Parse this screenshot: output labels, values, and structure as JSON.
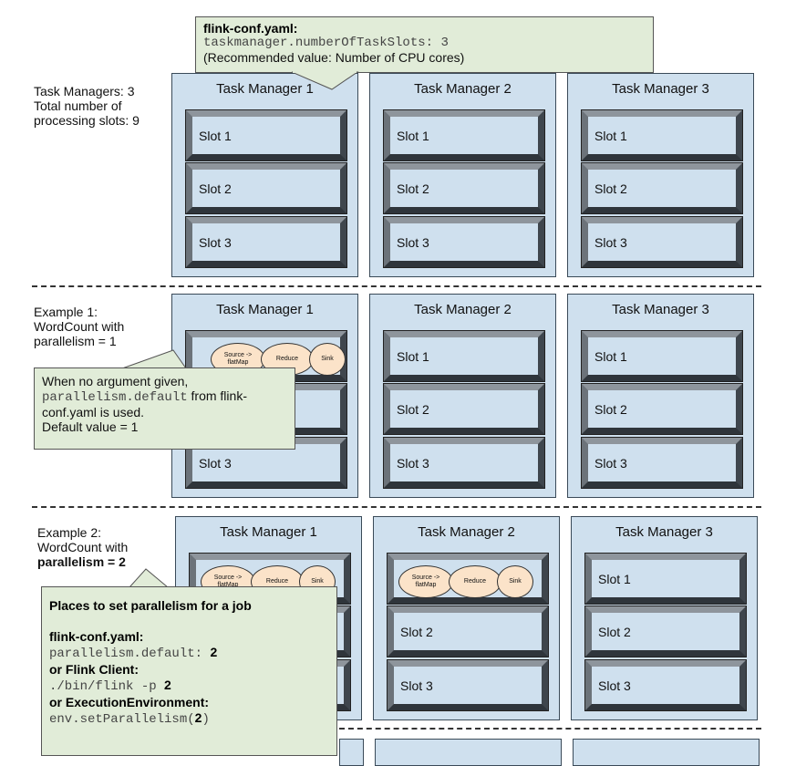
{
  "top_note": {
    "title": "flink-conf.yaml:",
    "code": "taskmanager.numberOfTaskSlots: 3",
    "sub": "(Recommended value: Number of CPU cores)"
  },
  "section1": {
    "line1": "Task Managers: 3",
    "line2": "Total number of",
    "line3": "processing slots: 9"
  },
  "section2": {
    "line1": "Example 1:",
    "line2": "WordCount with",
    "line3": "parallelism = 1"
  },
  "section3": {
    "line1": "Example 2:",
    "line2": "WordCount with",
    "line3": "parallelism = 2"
  },
  "tm_labels": [
    "Task Manager 1",
    "Task Manager 2",
    "Task Manager 3"
  ],
  "slot_labels": [
    "Slot 1",
    "Slot 2",
    "Slot 3"
  ],
  "ops": {
    "source": "Source ->",
    "source2": "flatMap",
    "reduce": "Reduce",
    "sink": "Sink"
  },
  "note1": {
    "line1": "When no argument given,",
    "code": "parallelism.default",
    "after": " from flink-",
    "line3": "conf.yaml is used.",
    "line4": "Default value = 1"
  },
  "note2": {
    "title": "Places to set parallelism for a job",
    "h1": "flink-conf.yaml:",
    "c1": "parallelism.default: ",
    "v1": "2",
    "h2": "or Flink Client:",
    "c2": "./bin/flink -p ",
    "v2": "2",
    "h3": "or ExecutionEnvironment:",
    "c3a": "env.setParallelism(",
    "v3": "2",
    "c3b": ")"
  }
}
